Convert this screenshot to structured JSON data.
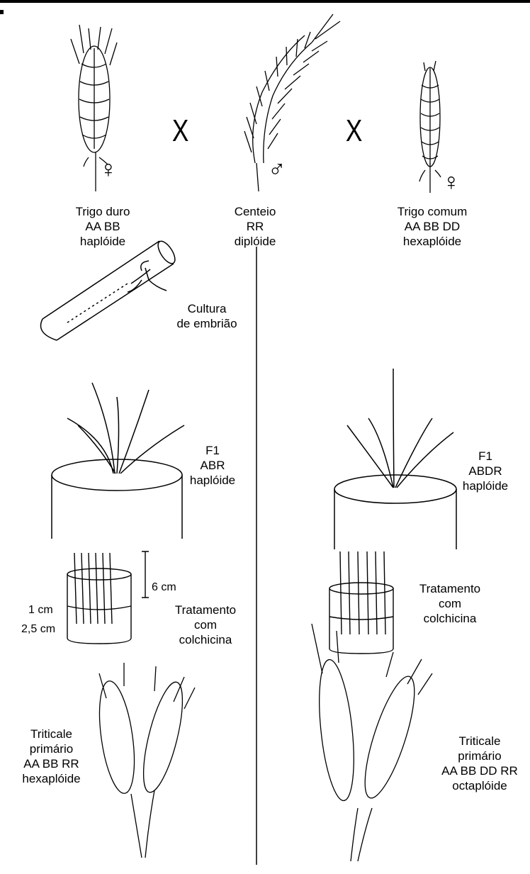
{
  "top": {
    "durum": {
      "lines": [
        "Trigo duro",
        "AA BB",
        "haplóide"
      ],
      "sex": "♀"
    },
    "rye": {
      "lines": [
        "Centeio",
        "RR",
        "diplóide"
      ],
      "sex": "♂"
    },
    "common": {
      "lines": [
        "Trigo comum",
        "AA BB DD",
        "hexaplóide"
      ],
      "sex": "♀"
    },
    "cross_symbol": "X"
  },
  "embryo": {
    "lines": [
      "Cultura",
      "de embrião"
    ]
  },
  "f1_left": {
    "lines": [
      "F1",
      "ABR",
      "haplóide"
    ]
  },
  "f1_right": {
    "lines": [
      "F1",
      "ABDR",
      "haplóide"
    ]
  },
  "treatment_left": {
    "lines": [
      "Tratamento",
      "com",
      "colchicina"
    ],
    "dims": {
      "d6": "6 cm",
      "d1": "1 cm",
      "d25": "2,5 cm"
    }
  },
  "treatment_right": {
    "lines": [
      "Tratamento",
      "com",
      "colchicina"
    ]
  },
  "triticale_left": {
    "lines": [
      "Triticale",
      "primário",
      "AA BB RR",
      "hexaplóide"
    ]
  },
  "triticale_right": {
    "lines": [
      "Triticale",
      "primário",
      "AA BB DD RR",
      "octaplóide"
    ]
  }
}
